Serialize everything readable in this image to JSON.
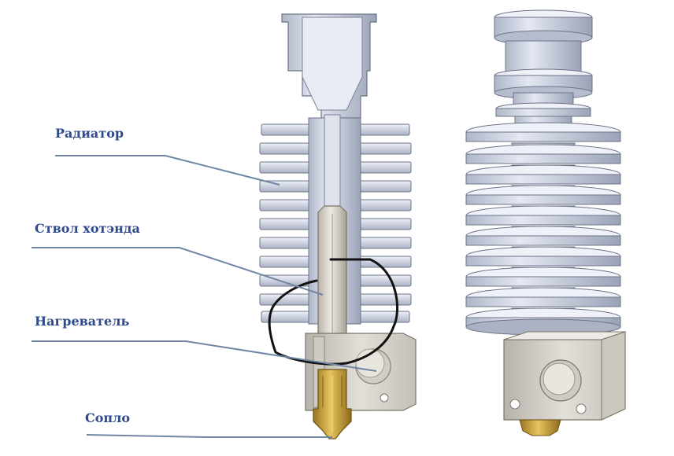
{
  "labels": {
    "radiator": "Радиатор",
    "barrel": "Ствол хотэнда",
    "heater": "Нагреватель",
    "nozzle": "Сопло"
  },
  "colors": {
    "label_text": "#2e4a8c",
    "leader_line": "#6f86a3",
    "aluminum": "#c9d0e0",
    "steel": "#d8d4cc",
    "brass": "#c9a040",
    "marker": "#111111"
  },
  "icons": {
    "section_view": "hotend-cross-section",
    "exterior_view": "hotend-exterior"
  }
}
